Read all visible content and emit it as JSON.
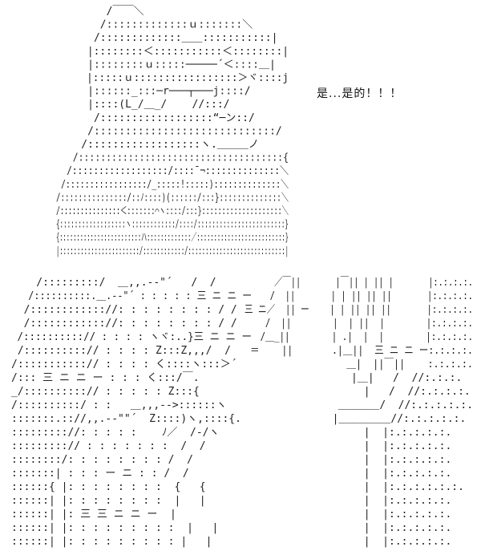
{
  "speech": "是...是的！！！",
  "top_art": [
    "        /￣￣＼",
    "       /:::::::::::::ｕ:::::::＼",
    "      /:::::::::::::＿＿:::::::::::|",
    "     |::::::::＜:::::::::::＜::::::::|",
    "     |::::::::ｕ:::::─────´＜::::＿|",
    "     |:::::ｕ:::::::::::::::::＞ヾ::::j",
    "     |::::::_:::─r───┬───j::::/",
    "     |::::(L_/＿_/    //:::/",
    "      /::::::::::::::::::“─ン::/",
    "     /:::::::::::::::::::::::::::::/",
    "    /::::::::::::::::::ヽ.＿＿＿ノ",
    "   /:::::::::::::::::::::::::::::::::::::{",
    "  /::::::::::::::::::/::::¯¬::::::::::::::＼",
    " /:::::::::::::::::/_:::::!:::::)::::::::::::::＼",
    "/:::::::::::::::/::ﾉ::::)(::::::/:::}::::::::::::::＼",
    "/:::::::::::::::＜:::::::⌒ヽ::::/:::}::::::::::::::::::::＼",
    "{::::::::::::::::::ヽ::::::::::::/::::/::::::::::::::::::::::::}",
    "{::::::::::::::::::::::::ハ:::::::::::::／::::::::::::::::::::::::::}",
    "|:::::::::::::::::::::::/::::::::::::/::::::::::::::::::::::::::::|"
  ],
  "left_art": [
    "    /:::::::::/  ＿,,.-‐\"´   /  /",
    "   /::::::::::.＿.-‐\"´ : : : : : 三 ニ ニ ー",
    "  /:::::::::::://: : : : : : : : / /",
    "  /:::::::::::://: : : : : : : : / /",
    " /::::::::::// : : : : ヽヾ:..}三 ニ ニ ー",
    " /::::::::::// : : : : Z:::Z,,,/  /",
    "/:::::::::::// : : : : く::::ヽ:::＞´",
    "/::: 三 ニ ニ ー : : : く:::/￣.",
    "_/::::::::::// : : : : : Z:::{",
    "/::::::::::/ : :   ＿,,,-‐>::::::ヽ",
    ":::::::.:://,,.-‐\"\"´  Z::::)ヽ,::::{.",
    "::::::::://: : : : :    ﾉ／  /‐/ヽ",
    ":::::::::// : : : : : : :  /  /",
    "::::::::/: : : : : : : : /  /",
    ":::::::| : : : ー ニ : : /  /",
    "::::::{ |: : : : : : : :  {   {",
    "::::::| |: : : : : : : :  |   |",
    "::::::| |: 三 三 ニ ニ ー  |",
    "::::::| |: : : : : : : : :  |   |",
    "::::::| |: : : : : : : : : |   |"
  ],
  "right_art": [
    "      ／￣||       |￣|| | || |       |:.:.:.:.",
    "     /  ||       | | || || ||       |:.:.:.:.",
    "三 ニ／  || ー    | | || || ||       |:.:.:.:.",
    "    /  ||        |  | ||  |        |:.:.:.:.",
    "   /＿_||        | .|  |  |        |:.:.:.:.",
    " ＝    ||       .|＿||  三 ニ ニ ー:.:.:.:.",
    "                  ＿|  ||￣||    :.:.:.:.",
    "                 |＿|   /  //:.:.:.",
    "                   |   /  //:.:.:.:.",
    "               ＿＿＿＿/  //:.:.:.:.:.",
    "              |＿＿＿＿＿//:.:.:.:.:.",
    "                   |  |:.:.:.:.:.",
    "                   |  |:.:.:.:.:.",
    "                   |  |:.:.:.:.:.",
    "                   |  |:.:.:.:.:.",
    "                   |  |:.:.:.:.:.:.",
    "                   |  |:.:.:.:.:.",
    "                   |  |:.:.:.:.:.",
    "                   |  |:.:.:.:.:.",
    "                   |  |:.:.:.:.:."
  ]
}
